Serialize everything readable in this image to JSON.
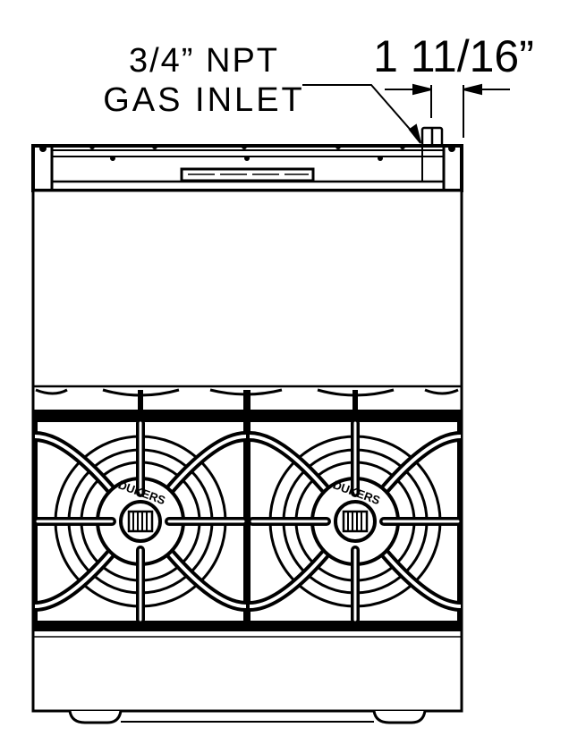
{
  "annotations": {
    "inlet_line1": "3/4” NPT",
    "inlet_line2": "GAS INLET",
    "dimension": "1 11/16”"
  },
  "logo_text": "DUKERS",
  "colors": {
    "line": "#000000",
    "background": "#ffffff"
  }
}
